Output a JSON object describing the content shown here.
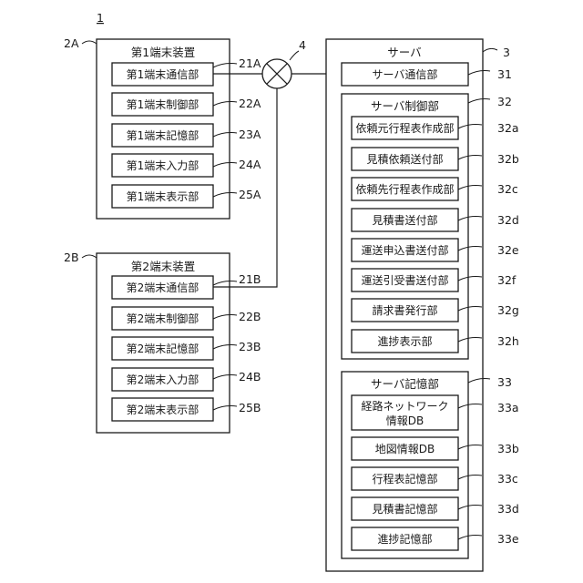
{
  "figure_number": "1",
  "terminal_a": {
    "ref": "2A",
    "title": "第1端末装置",
    "items": [
      {
        "label": "第1端末通信部",
        "ref": "21A"
      },
      {
        "label": "第1端末制御部",
        "ref": "22A"
      },
      {
        "label": "第1端末記憶部",
        "ref": "23A"
      },
      {
        "label": "第1端末入力部",
        "ref": "24A"
      },
      {
        "label": "第1端末表示部",
        "ref": "25A"
      }
    ]
  },
  "terminal_b": {
    "ref": "2B",
    "title": "第2端末装置",
    "items": [
      {
        "label": "第2端末通信部",
        "ref": "21B"
      },
      {
        "label": "第2端末制御部",
        "ref": "22B"
      },
      {
        "label": "第2端末記憶部",
        "ref": "23B"
      },
      {
        "label": "第2端末入力部",
        "ref": "24B"
      },
      {
        "label": "第2端末表示部",
        "ref": "25B"
      }
    ]
  },
  "network": {
    "ref": "4"
  },
  "server": {
    "ref": "3",
    "title": "サーバ",
    "comm": {
      "label": "サーバ通信部",
      "ref": "31"
    },
    "control": {
      "title": "サーバ制御部",
      "ref": "32",
      "items": [
        {
          "label": "依頼元行程表作成部",
          "ref": "32a"
        },
        {
          "label": "見積依頼送付部",
          "ref": "32b"
        },
        {
          "label": "依頼先行程表作成部",
          "ref": "32c"
        },
        {
          "label": "見積書送付部",
          "ref": "32d"
        },
        {
          "label": "運送申込書送付部",
          "ref": "32e"
        },
        {
          "label": "運送引受書送付部",
          "ref": "32f"
        },
        {
          "label": "請求書発行部",
          "ref": "32g"
        },
        {
          "label": "進捗表示部",
          "ref": "32h"
        }
      ]
    },
    "storage": {
      "title": "サーバ記憶部",
      "ref": "33",
      "items": [
        {
          "label": "経路ネットワーク",
          "label2": "情報DB",
          "ref": "33a"
        },
        {
          "label": "地図情報DB",
          "ref": "33b"
        },
        {
          "label": "行程表記憶部",
          "ref": "33c"
        },
        {
          "label": "見積書記憶部",
          "ref": "33d"
        },
        {
          "label": "進捗記憶部",
          "ref": "33e"
        }
      ]
    }
  }
}
